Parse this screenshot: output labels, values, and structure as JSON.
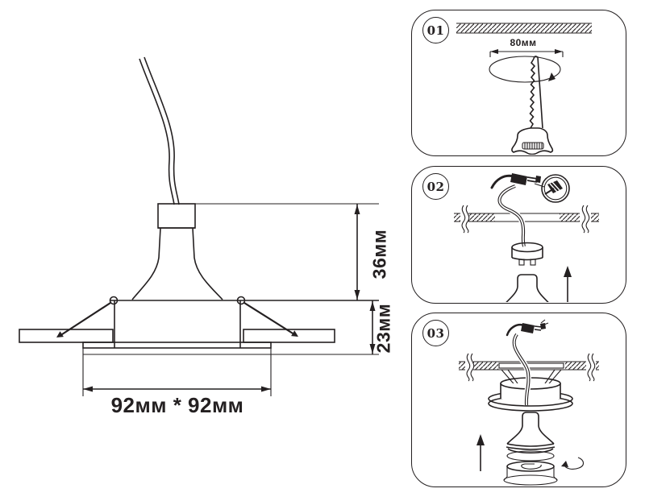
{
  "colors": {
    "ink": "#242021",
    "background": "#ffffff"
  },
  "dimension_diagram": {
    "label_height_above": "36мм",
    "label_height_below": "23мм",
    "label_frame_size": "92мм * 92мм"
  },
  "steps": [
    {
      "number": "01",
      "label_hole_diameter": "80мм"
    },
    {
      "number": "02"
    },
    {
      "number": "03"
    }
  ]
}
